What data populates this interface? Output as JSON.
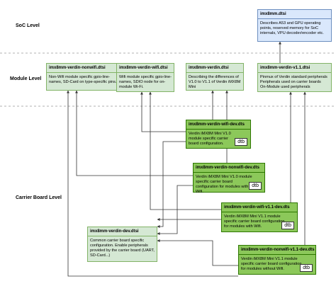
{
  "levels": {
    "soc": "SoC Level",
    "module": "Module Level",
    "carrier": "Carrier Board Level"
  },
  "soc_file": {
    "title": "imx8mm.dtsi",
    "desc": "Describes A53 and GPU operating points, reserved memory for SoC internals, VPU decoder/encoder etc."
  },
  "module_files": [
    {
      "title": "imx8mm-verdin-nonwifi.dtsi",
      "desc": "Non-Wifi module specific gpio-line-names, SD-Card on type-specific pins."
    },
    {
      "title": "imx8mm-verdin-wifi.dtsi",
      "desc": "Wifi module specific gpio-line-names, SDIO node for on-module Wi-Fi."
    },
    {
      "title": "imx8mm-verdin.dtsi",
      "desc": "Describing the differences of V1.0 to V1.1 of Verdin iMX8M Mini"
    },
    {
      "title": "imx8mm-verdin-v1.1.dtsi",
      "desc": "Pinmux of Verdin standard peripherals\nPeripherals used on carrier boards\nOn-Module used peripherals"
    }
  ],
  "carrier_files": [
    {
      "title": "imx8mm-verdin-wifi-dev.dts",
      "desc": "Verdin iMX8M Mini V1.0 module specific carrier board configuration.",
      "badge": "dtb"
    },
    {
      "title": "imx8mm-verdin-nonwifi-dev.dts",
      "desc": "Verdin iMX8M Mini V1.0 module specific carrier board configuration for modules with Wifi.",
      "badge": "dtb"
    },
    {
      "title": "imx8mm-verdin-wifi-v1.1-dev.dts",
      "desc": "Verdin iMX8M Mini V1.1 module specific carrier board configuration for modules with Wifi.",
      "badge": "dtb"
    },
    {
      "title": "imx8mm-verdin-dev.dtsi",
      "desc": "Common carrier board specific configuration. Enable peripherals provided by the carrier board (UART, SD-Card...)"
    },
    {
      "title": "imx8mm-verdin-nonwifi-v1.1-dev.dts",
      "desc": "Verdin iMX8M Mini V1.1 module specific carrier board configuration for modules without Wifi.",
      "badge": "dtb"
    }
  ]
}
